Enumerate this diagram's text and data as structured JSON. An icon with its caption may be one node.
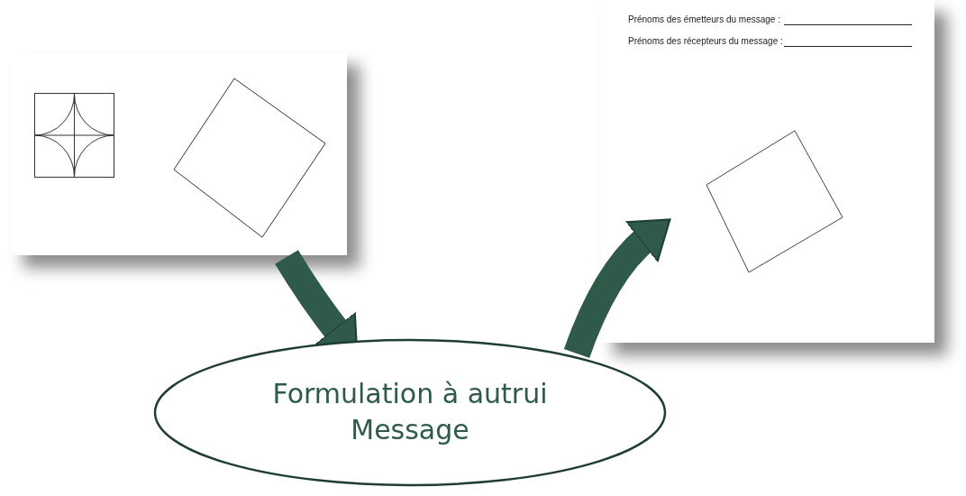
{
  "diagram": {
    "nodes": [
      {
        "text": [],
        "shape": "box"
      },
      {
        "text": [
          "Formulation à autrui",
          "Message"
        ]
      },
      {
        "text": [
          "Prénoms des émetteurs du message :",
          "Prénoms des récepteurs du message :"
        ]
      }
    ],
    "edges": [
      {
        "from": 0,
        "to": 1,
        "arrow": "to"
      },
      {
        "from": 1,
        "to": 2,
        "arrow": "to"
      }
    ]
  }
}
